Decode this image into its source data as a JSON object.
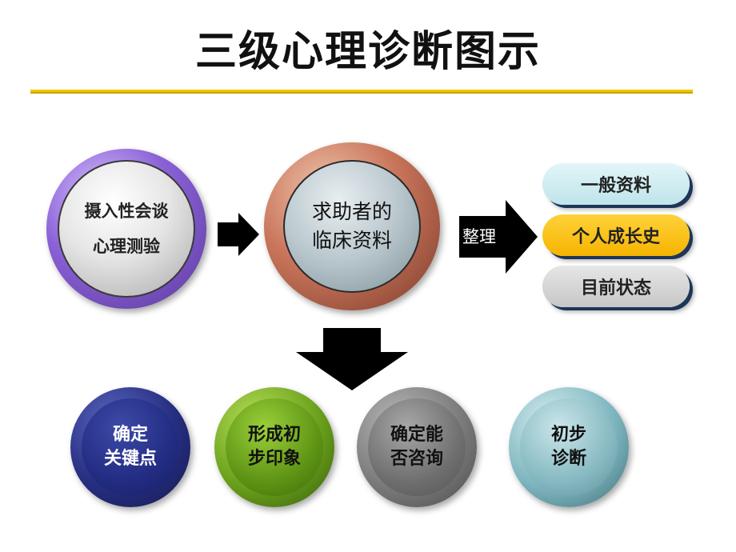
{
  "title": "三级心理诊断图示",
  "inputs_circle": {
    "line1": "摄入性会谈",
    "line2": "心理测验"
  },
  "client_circle": {
    "line1": "求助者的",
    "line2": "临床资料"
  },
  "organize_label": "整理",
  "categories": [
    "一般资料",
    "个人成长史",
    "目前状态"
  ],
  "steps": [
    {
      "line1": "确定",
      "line2": "关键点"
    },
    {
      "line1": "形成初",
      "line2": "步印象"
    },
    {
      "line1": "确定能",
      "line2": "否咨询"
    },
    {
      "line1": "初步",
      "line2": "诊断"
    }
  ],
  "colors": {
    "accent_rule": "#f2c400",
    "arrow": "#000000",
    "highlight_pill": "#f5b400",
    "pill_light": "#bfe4ea",
    "pill_gray": "#c7c7c7"
  }
}
